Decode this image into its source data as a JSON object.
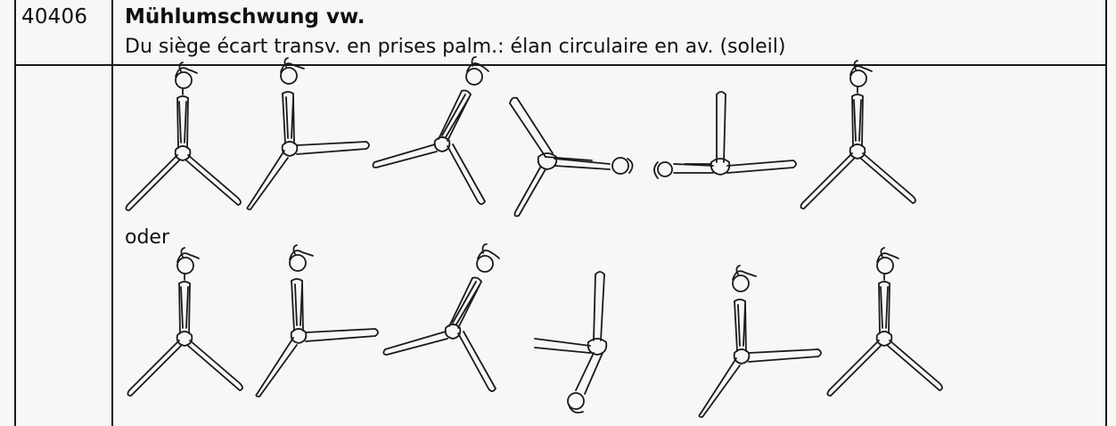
{
  "element": {
    "code": "40406",
    "title": "Mühlumschwung vw.",
    "description": "Du siège écart transv. en prises palm.: élan circulaire en av. (soleil)",
    "alternative_label": "oder"
  },
  "figures": {
    "row_1_count": 6,
    "row_2_count": 6
  }
}
